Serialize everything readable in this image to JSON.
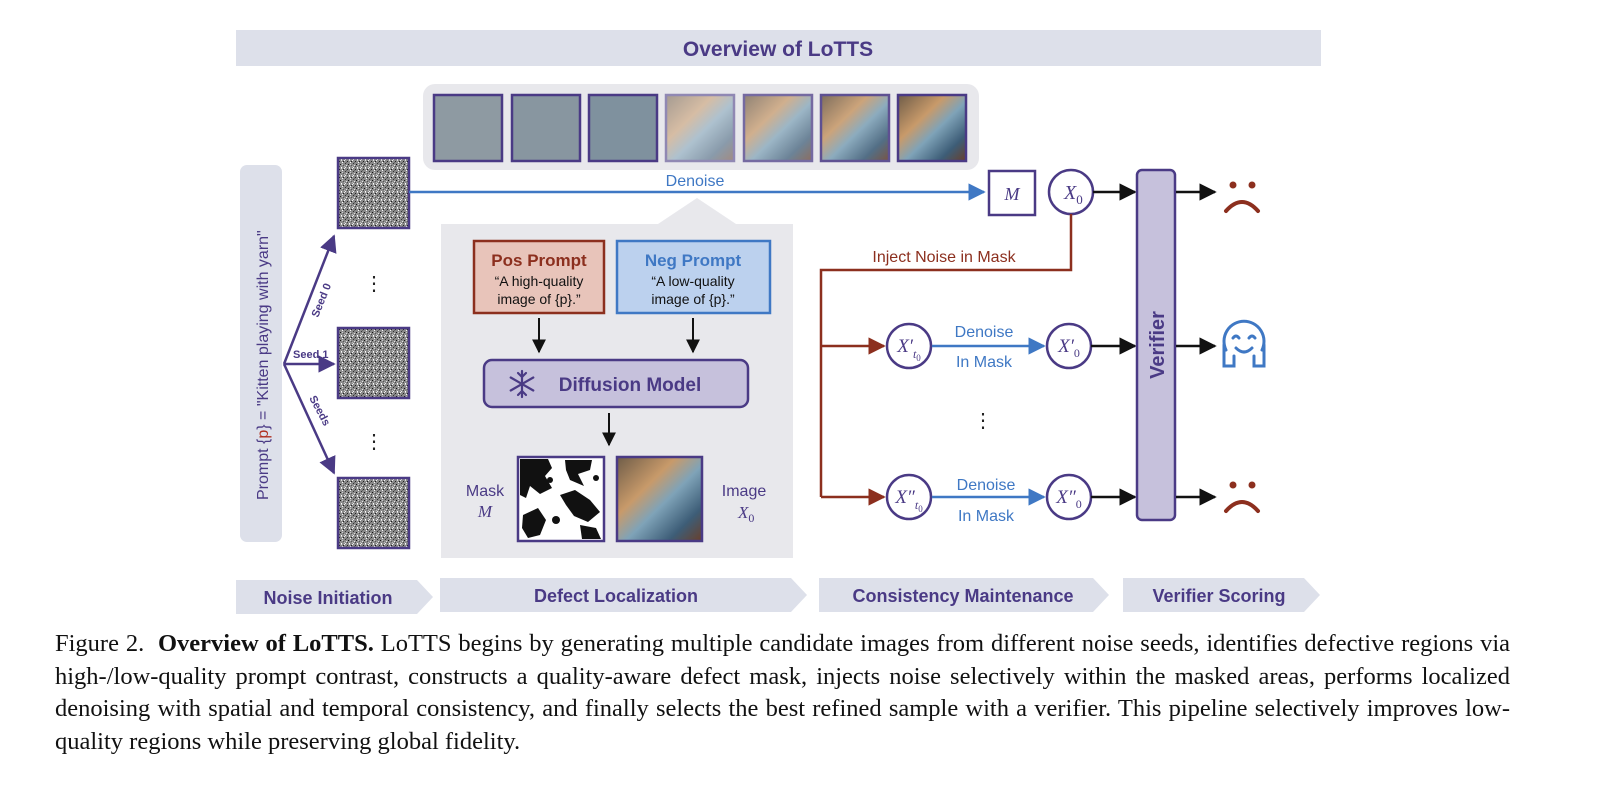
{
  "header": {
    "title": "Overview of LoTTS"
  },
  "prompt_panel": {
    "prefix": "Prompt {",
    "variable": "p",
    "suffix": "} = \"Kitten playing with yarn\""
  },
  "seeds": [
    "Seed 0",
    "Seed 1",
    "Seeds"
  ],
  "ellipsis": "⋮",
  "denoise_label": "Denoise",
  "mask_box_label": "M",
  "x0_node": "X",
  "x0_sub": "0",
  "inject_label": "Inject Noise in Mask",
  "defect": {
    "pos_title": "Pos Prompt",
    "pos_line1": "“A high-quality",
    "pos_line2": "image of {p}.”",
    "neg_title": "Neg Prompt",
    "neg_line1": "“A low-quality",
    "neg_line2": "image of {p}.”",
    "model_label": "Diffusion Model",
    "mask_label": "Mask",
    "mask_symbol": "M",
    "image_label": "Image",
    "image_symbol": "X",
    "image_symbol_sub": "0"
  },
  "branches": {
    "denoise": "Denoise",
    "in_mask": "In Mask"
  },
  "verifier_label": "Verifier",
  "stages": [
    "Noise Initiation",
    "Defect Localization",
    "Consistency Maintenance",
    "Verifier Scoring"
  ],
  "colors": {
    "purple": "#4a3a85",
    "purple_fill": "#c6c1dc",
    "band": "#dde0ea",
    "panel": "#e8e8ec",
    "blue": "#3f78c4",
    "red_brown": "#8c2f1e",
    "pos_fill": "#e8c4ba",
    "neg_fill": "#bcd1ee"
  },
  "caption": {
    "figure_label": "Figure 2.",
    "bold_title": "Overview of LoTTS.",
    "body": "LoTTS begins by generating multiple candidate images from different noise seeds, identifies defective regions via high-/low-quality prompt contrast, constructs a quality-aware defect mask, injects noise selectively within the masked areas, performs localized denoising with spatial and temporal consistency, and finally selects the best refined sample with a verifier. This pipeline selectively improves low-quality regions while preserving global fidelity."
  }
}
